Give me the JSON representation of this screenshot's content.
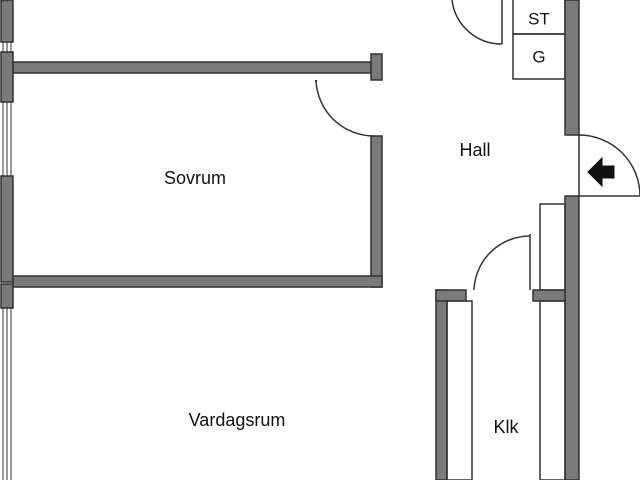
{
  "floorplan": {
    "rooms": {
      "sovrum": "Sovrum",
      "hall": "Hall",
      "vardagsrum": "Vardagsrum",
      "klk": "Klk"
    },
    "closets": {
      "st": "ST",
      "g": "G"
    },
    "entrance_arrow_icon": "arrow-left-icon"
  },
  "colors": {
    "wall_fill": "#7a7a7a",
    "wall_stroke": "#333333",
    "line": "#333333",
    "background": "#ffffff"
  }
}
